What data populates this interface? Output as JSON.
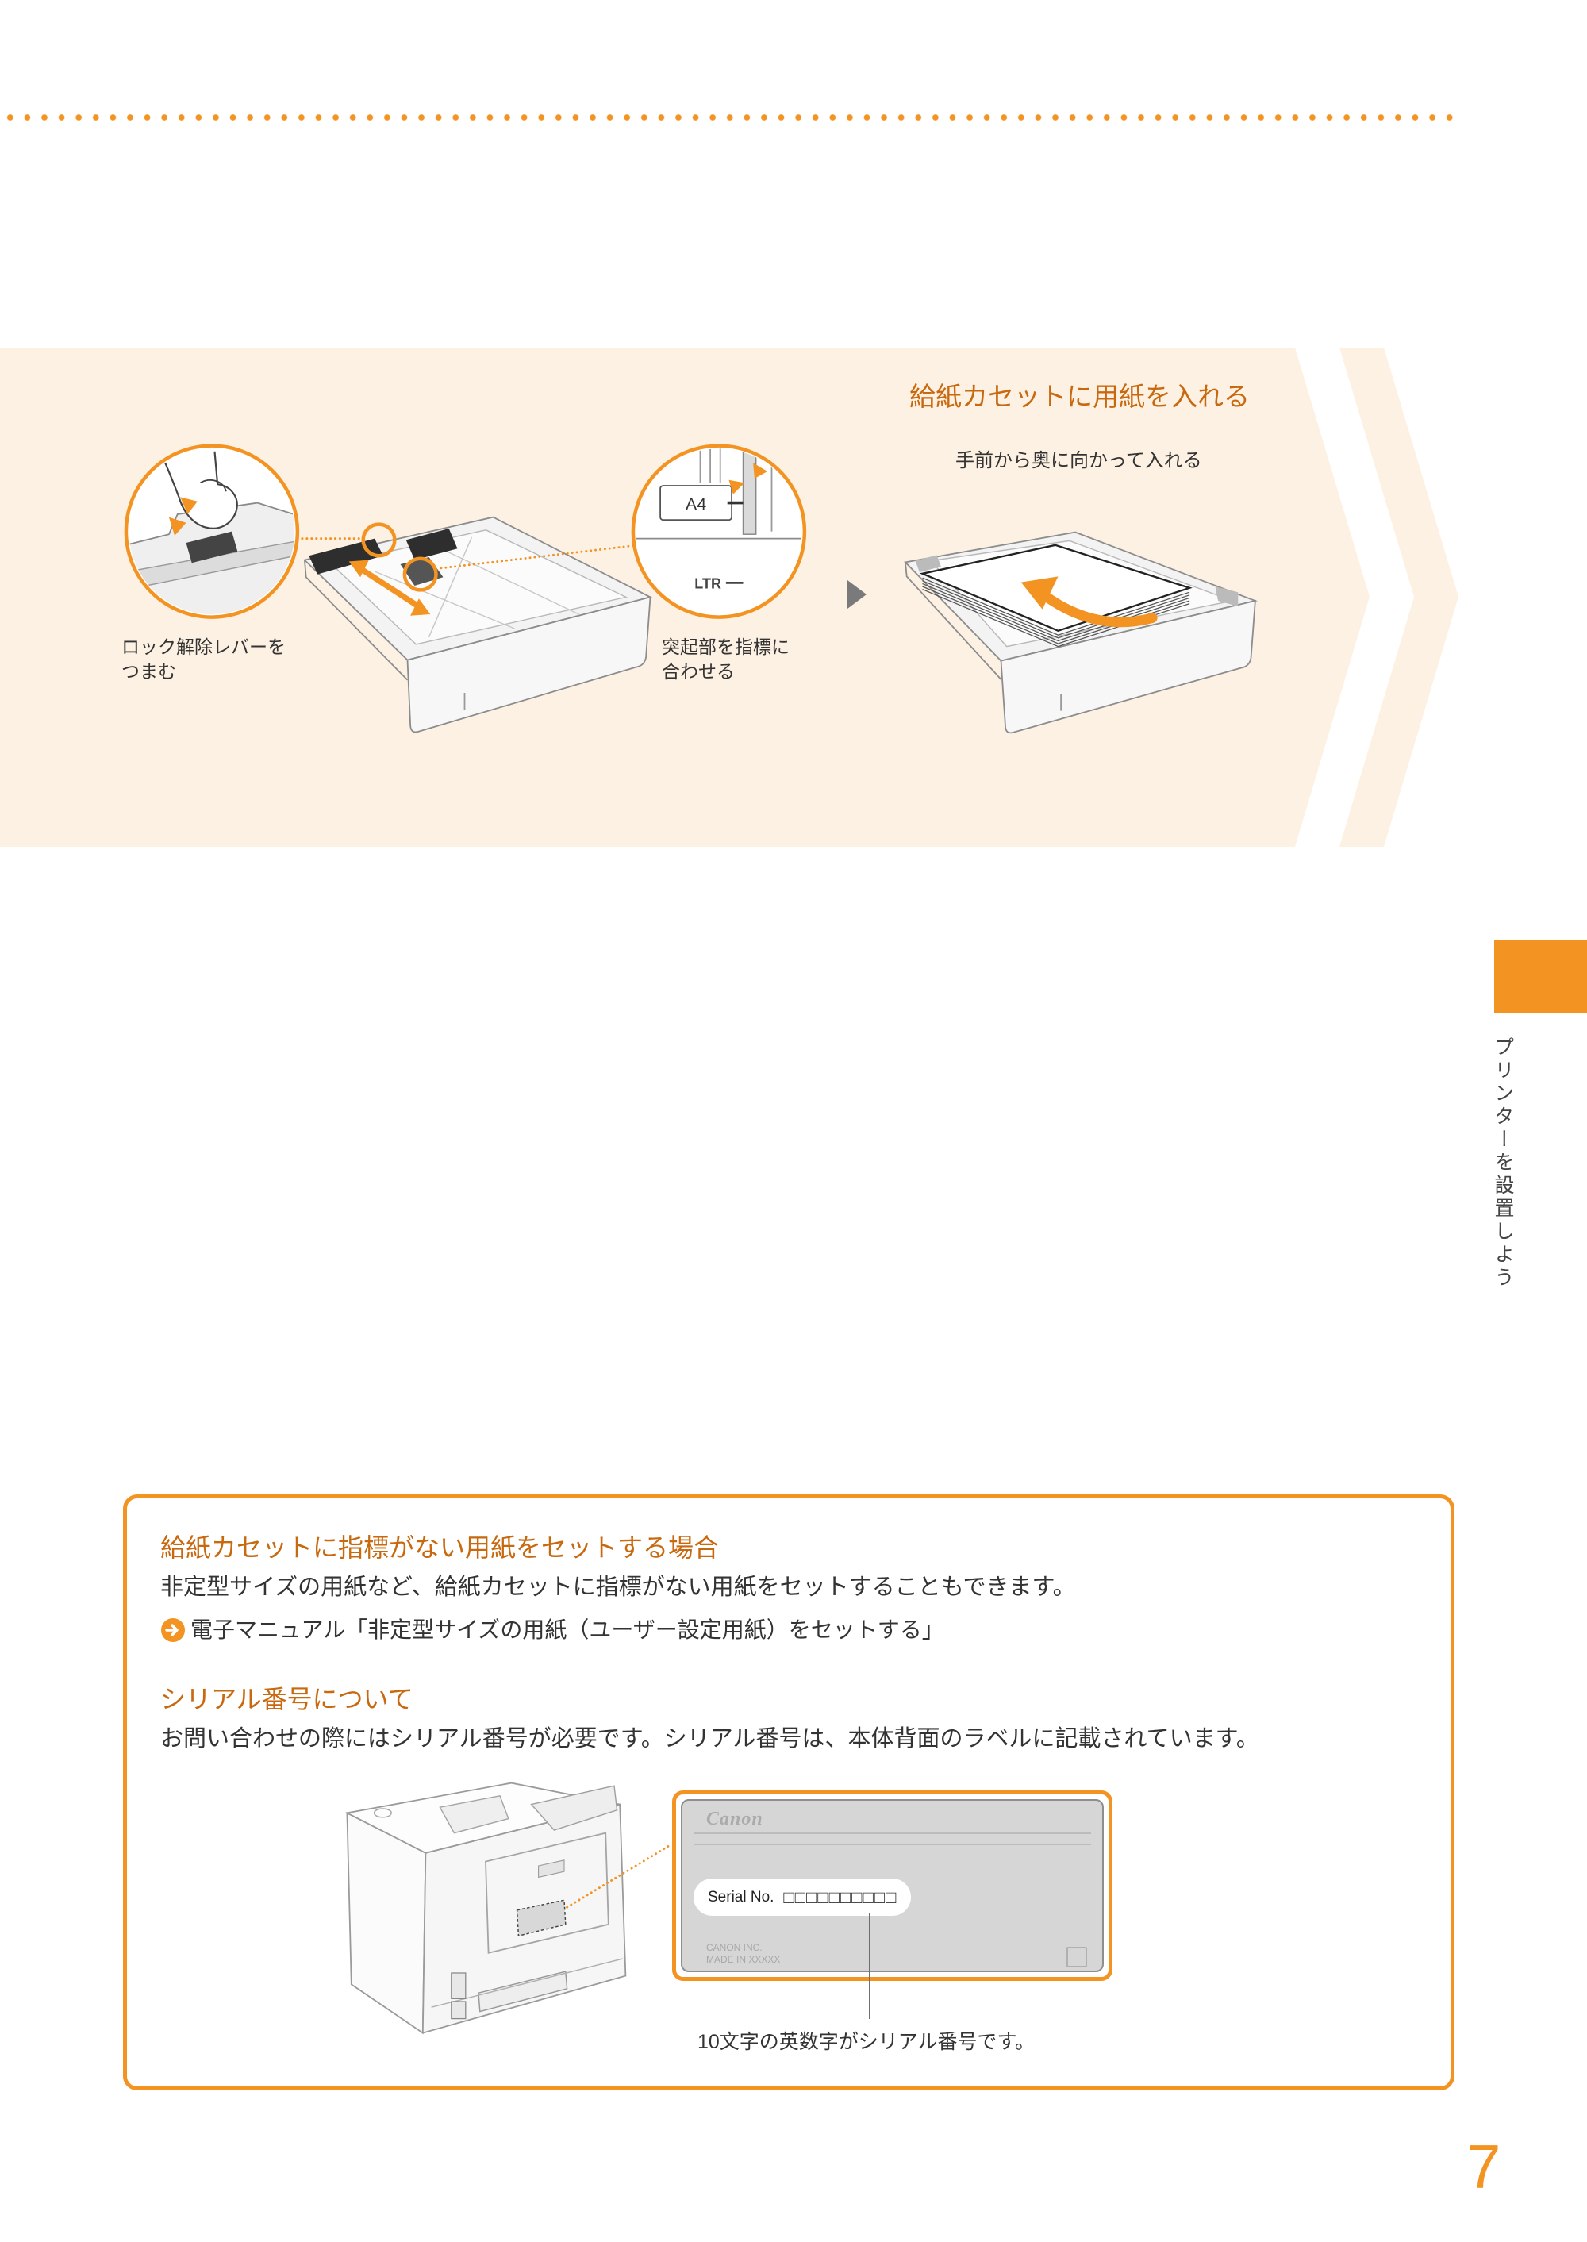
{
  "page": {
    "number": "7",
    "side_tab_label": "プリンターを設置しよう"
  },
  "colors": {
    "accent": "#f39322",
    "heading_text": "#c8690f",
    "band": "#fdf1e3",
    "label_plate": "#d6d6d6"
  },
  "icons": {
    "link_bullet": "arrow-right-circle",
    "step_separator": "triangle-right",
    "side_tab": "orange-block"
  },
  "setup_step": {
    "title": "給紙カセットに用紙を入れる",
    "instruction": "手前から奥に向かって入れる",
    "caption_lever": {
      "line1": "ロック解除レバーを",
      "line2": "つまむ"
    },
    "caption_guide": {
      "line1": "突起部を指標に",
      "line2": "合わせる"
    },
    "guide_marks": {
      "a4": "A4",
      "ltr": "LTR"
    }
  },
  "note_box": {
    "custom_paper": {
      "heading": "給紙カセットに指標がない用紙をセットする場合",
      "body": "非定型サイズの用紙など、給紙カセットに指標がない用紙をセットすることもできます。",
      "link": "電子マニュアル「非定型サイズの用紙（ユーザー設定用紙）をセットする」"
    },
    "serial_number": {
      "heading": "シリアル番号について",
      "body": "お問い合わせの際にはシリアル番号が必要です。シリアル番号は、本体背面のラベルに記載されています。",
      "caption": "10文字の英数字がシリアル番号です。"
    },
    "serial_label": {
      "brand": "Canon",
      "field_label": "Serial No.",
      "field_value": "□□□□□□□□□□",
      "maker": "CANON INC.",
      "origin": "MADE IN XXXXX"
    }
  }
}
